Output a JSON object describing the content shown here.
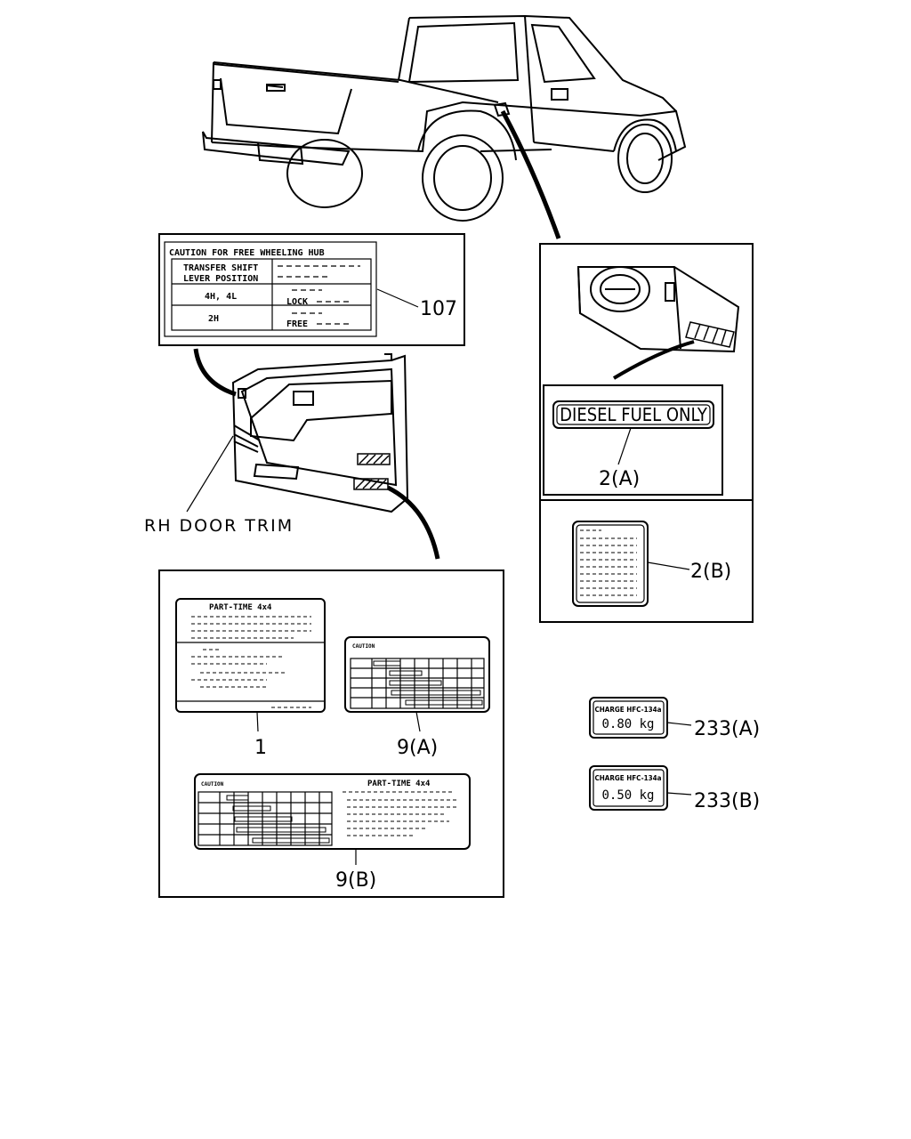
{
  "callouts": {
    "free_wheeling_hub": "107",
    "diesel_fuel": "2(A)",
    "fuel_sticker": "2(B)",
    "part_time_label": "1",
    "caution_table_a": "9(A)",
    "caution_table_b": "9(B)",
    "hfc_a": "233(A)",
    "hfc_b": "233(B)"
  },
  "door_trim_label": "RH DOOR TRIM",
  "hub_label": {
    "title": "CAUTION FOR FREE WHEELING HUB",
    "row1_left_1": "TRANSFER SHIFT",
    "row1_left_2": "LEVER POSITION",
    "row2_left": "4H, 4L",
    "row2_right": "LOCK",
    "row3_left": "2H",
    "row3_right": "FREE"
  },
  "diesel_label": "DIESEL FUEL ONLY",
  "part_time_label": {
    "title": "PART-TIME 4x4"
  },
  "caution_a": {
    "title": "CAUTION"
  },
  "caution_b": {
    "title": "CAUTION",
    "right_title": "PART-TIME 4x4"
  },
  "hfc_a": {
    "line1": "CHARGE HFC-134a",
    "line2": "0.80 kg"
  },
  "hfc_b": {
    "line1": "CHARGE HFC-134a",
    "line2": "0.50 kg"
  }
}
